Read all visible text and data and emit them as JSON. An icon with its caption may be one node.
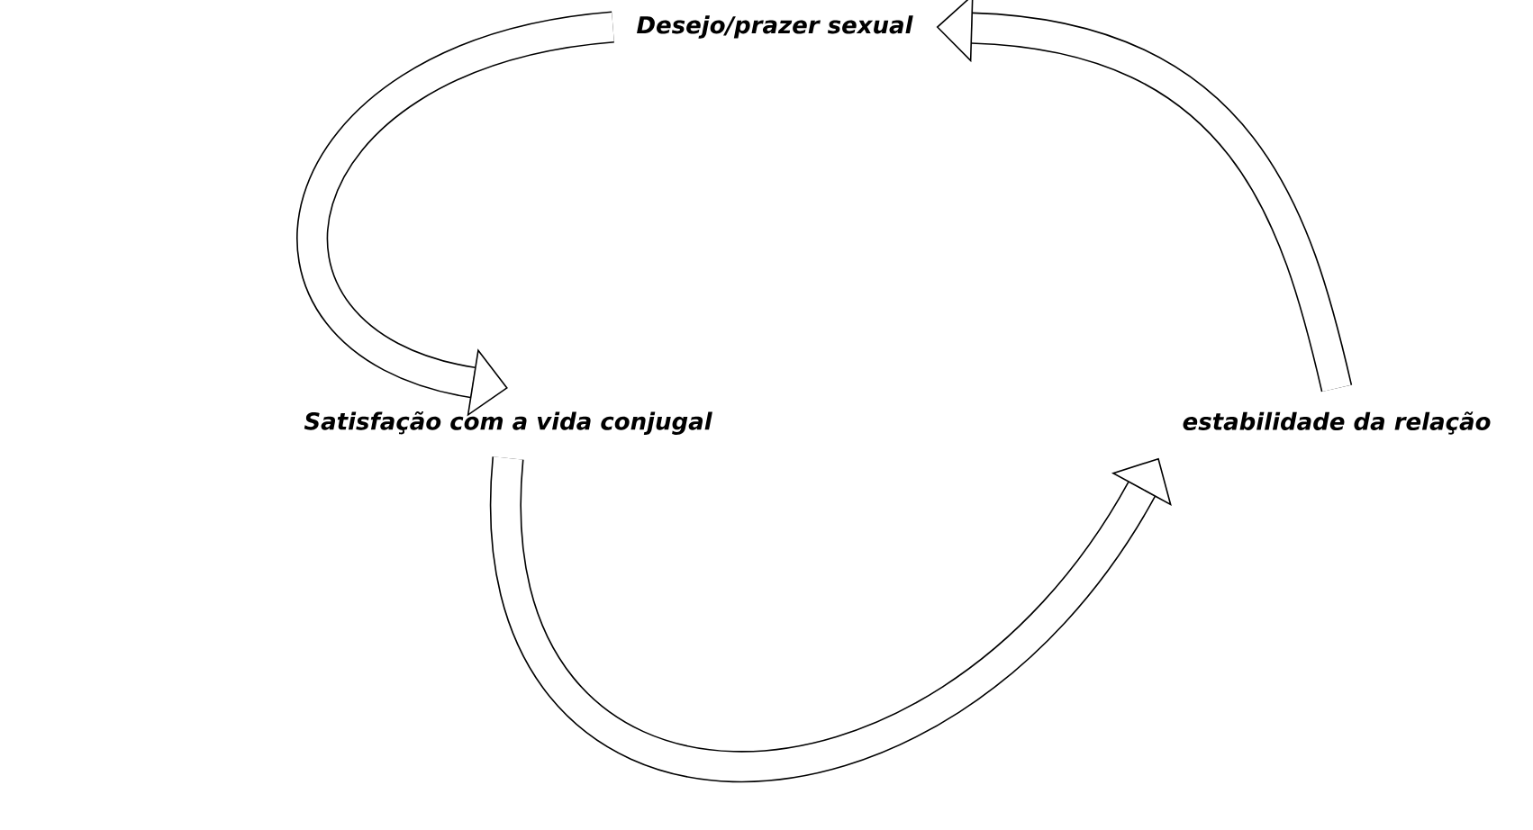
{
  "diagram": {
    "nodes": [
      {
        "text": [
          "Desejo/prazer sexual"
        ]
      },
      {
        "text": [
          "Satisfação com a vida conjugal"
        ]
      },
      {
        "text": [
          "estabilidade da relação"
        ]
      }
    ],
    "edges": [
      {
        "from": 0,
        "to": 1,
        "arrow": "to"
      },
      {
        "from": 1,
        "to": 2,
        "arrow": "to"
      },
      {
        "from": 2,
        "to": 0,
        "arrow": "to"
      }
    ]
  }
}
